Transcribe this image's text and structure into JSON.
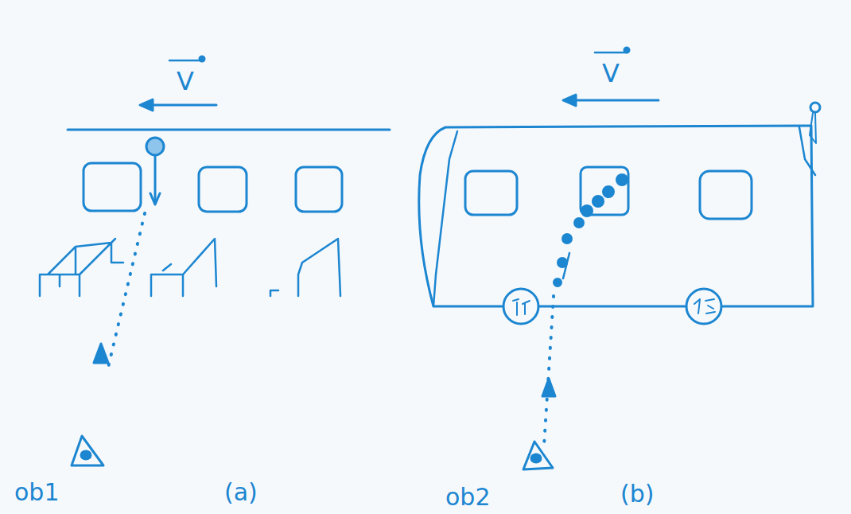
{
  "diagram": {
    "labels": [
      "V",
      "ob1",
      "(a)",
      "V",
      "ob2",
      "(b)"
    ]
  }
}
